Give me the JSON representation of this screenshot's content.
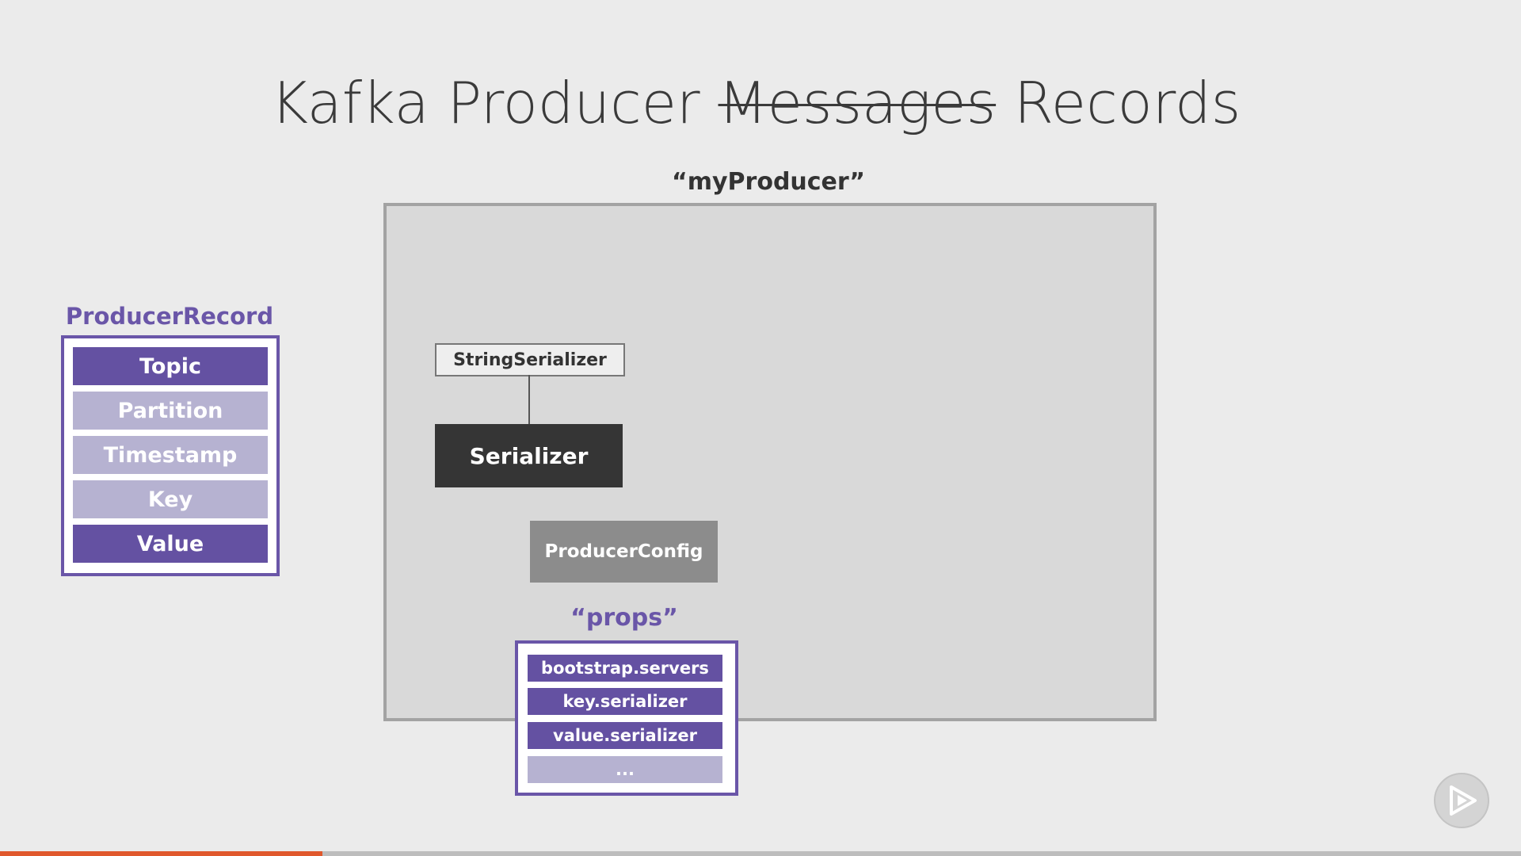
{
  "title": {
    "part1": "Kafka Producer",
    "struck": "Messages",
    "part2": "Records"
  },
  "producer": {
    "label": "“myProducer”"
  },
  "producer_record": {
    "label": "ProducerRecord",
    "fields": [
      {
        "label": "Topic",
        "active": true
      },
      {
        "label": "Partition",
        "active": false
      },
      {
        "label": "Timestamp",
        "active": false
      },
      {
        "label": "Key",
        "active": false
      },
      {
        "label": "Value",
        "active": true
      }
    ]
  },
  "serializer": {
    "impl_label": "StringSerializer",
    "label": "Serializer"
  },
  "producer_config": {
    "label": "ProducerConfig"
  },
  "props": {
    "label": "“props”",
    "fields": [
      {
        "label": "bootstrap.servers",
        "active": true
      },
      {
        "label": "key.serializer",
        "active": true
      },
      {
        "label": "value.serializer",
        "active": true
      },
      {
        "label": "...",
        "active": false
      }
    ]
  },
  "player": {
    "progress_fraction": 0.212,
    "progress_color": "#e0582c",
    "logo_icon": "play-logo-icon"
  },
  "colors": {
    "accent_purple": "#6451a2",
    "light_purple": "#b6b2d1",
    "serializer_dark": "#353535",
    "config_gray": "#8c8c8c"
  }
}
